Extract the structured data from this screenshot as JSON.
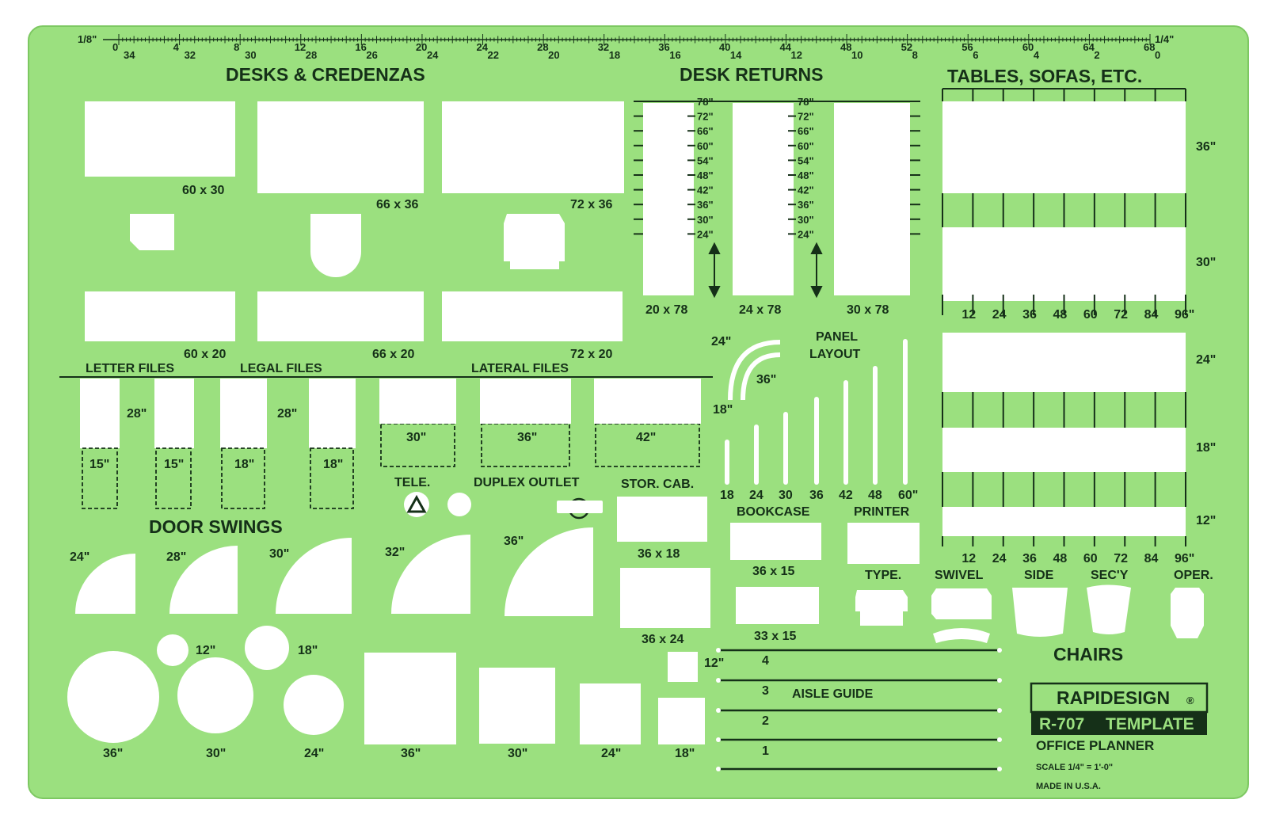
{
  "colors": {
    "plastic": "#9be07f",
    "plastic_edge": "#7dc862",
    "ink": "#153018",
    "hole": "#ffffff"
  },
  "ruler": {
    "left_mark": "1/8\"",
    "right_mark": "1/4\"",
    "top_numbers": [
      "0",
      "4",
      "8",
      "12",
      "16",
      "20",
      "24",
      "28",
      "32",
      "36",
      "40",
      "44",
      "48",
      "52",
      "56",
      "60",
      "64",
      "68"
    ],
    "bottom_numbers": [
      "34",
      "32",
      "30",
      "28",
      "26",
      "24",
      "22",
      "20",
      "18",
      "16",
      "14",
      "12",
      "10",
      "8",
      "6",
      "4",
      "2",
      "0"
    ]
  },
  "sections": {
    "desks": "DESKS & CREDENZAS",
    "returns": "DESK RETURNS",
    "tables": "TABLES, SOFAS, ETC.",
    "door_swings": "DOOR SWINGS",
    "chairs": "CHAIRS"
  },
  "desks": {
    "d1": "60 x 30",
    "d2": "66 x 36",
    "d3": "72 x 36",
    "c1": "60 x 20",
    "c2": "66 x 20",
    "c3": "72 x 20"
  },
  "returns": {
    "scale": [
      "78\"",
      "72\"",
      "66\"",
      "60\"",
      "54\"",
      "48\"",
      "42\"",
      "36\"",
      "30\"",
      "24\""
    ],
    "r1": "20 x 78",
    "r2": "24 x 78",
    "r3": "30 x 78"
  },
  "tables": {
    "depths": [
      "36\"",
      "30\"",
      "24\"",
      "18\"",
      "12\""
    ],
    "scale": [
      "12",
      "24",
      "36",
      "48",
      "60",
      "72",
      "84",
      "96\""
    ]
  },
  "files": {
    "letter": "LETTER FILES",
    "legal": "LEGAL FILES",
    "lateral": "LATERAL FILES",
    "depth_28": "28\"",
    "w15": "15\"",
    "w18": "18\"",
    "w30": "30\"",
    "w36": "36\"",
    "w42": "42\""
  },
  "panel": {
    "title_1": "PANEL",
    "title_2": "LAYOUT",
    "r24": "24\"",
    "r36": "36\"",
    "r18": "18\"",
    "sizes": [
      "18",
      "24",
      "30",
      "36",
      "42",
      "48",
      "60\""
    ]
  },
  "outlets": {
    "tele": "TELE.",
    "duplex": "DUPLEX OUTLET"
  },
  "storage": {
    "title": "STOR. CAB.",
    "s1": "36 x 18",
    "s2": "36 x 24"
  },
  "bookcase": {
    "title": "BOOKCASE",
    "b1": "36 x 15",
    "b2": "33 x 15"
  },
  "printer": {
    "title": "PRINTER",
    "type": "TYPE."
  },
  "chairs": {
    "swivel": "SWIVEL",
    "side": "SIDE",
    "secy": "SEC'Y",
    "oper": "OPER."
  },
  "doors": [
    "24\"",
    "28\"",
    "30\"",
    "32\"",
    "36\""
  ],
  "circles": {
    "c36": "36\"",
    "c30": "30\"",
    "c24": "24\"",
    "c12": "12\"",
    "c18": "18\""
  },
  "squares": {
    "s36": "36\"",
    "s30": "30\"",
    "s24": "24\"",
    "s18": "18\"",
    "s12": "12\""
  },
  "aisle": {
    "title": "AISLE GUIDE",
    "lines": [
      "4",
      "3",
      "2",
      "1"
    ]
  },
  "brand": {
    "logo": "RAPIDESIGN",
    "reg": "®",
    "model": "R-707",
    "template": "TEMPLATE",
    "product": "OFFICE PLANNER",
    "scale": "SCALE 1/4\" = 1'-0\"",
    "origin": "MADE IN U.S.A."
  }
}
